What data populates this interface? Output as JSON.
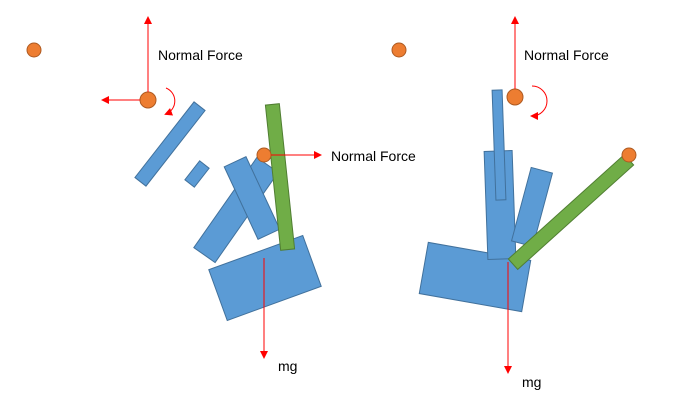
{
  "colors": {
    "blue": "#5b9bd5",
    "blue_stroke": "#41719c",
    "green": "#70ad47",
    "green_stroke": "#507e32",
    "orange": "#ed7d31",
    "orange_stroke": "#ae5a21",
    "arrow": "#ff0000"
  },
  "left": {
    "normal_force_top": "Normal Force",
    "normal_force_right": "Normal Force",
    "weight": "mg"
  },
  "right": {
    "normal_force_top": "Normal Force",
    "weight": "mg"
  }
}
